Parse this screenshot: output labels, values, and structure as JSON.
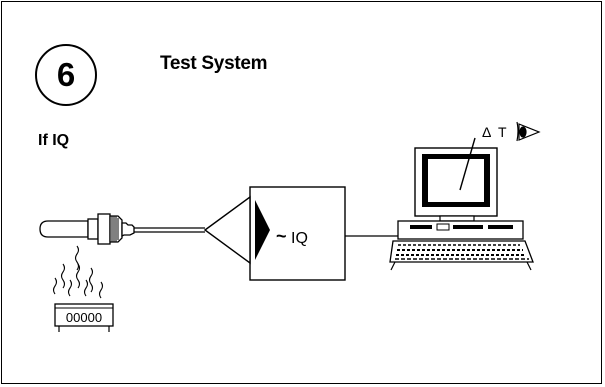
{
  "header": {
    "step_number": "6",
    "title": "Test System"
  },
  "section": {
    "label": "If IQ"
  },
  "diagram": {
    "amplifier": {
      "tilde": "~",
      "label": "IQ"
    },
    "computer": {
      "delta_symbol": "Δ",
      "t_label": "T"
    },
    "meter_digits": "00000"
  }
}
